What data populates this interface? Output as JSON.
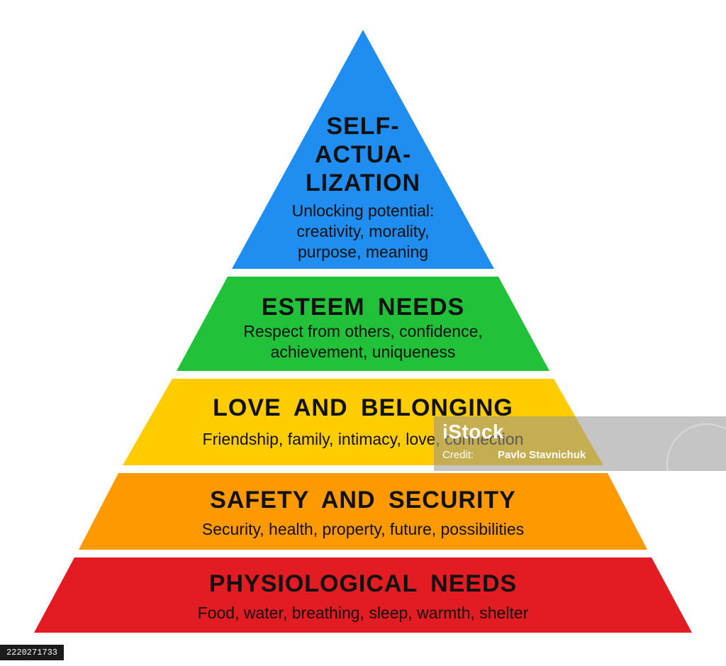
{
  "diagram": {
    "layers": [
      {
        "id": "self-actualization",
        "title": "SELF-\nACTUA-\nLIZATION",
        "description": "Unlocking potential:\ncreativity, morality,\npurpose, meaning",
        "color": "#1f8ef0"
      },
      {
        "id": "esteem-needs",
        "title": "ESTEEM NEEDS",
        "description": "Respect from others, confidence,\nachievement, uniqueness",
        "color": "#22c13a"
      },
      {
        "id": "love-and-belonging",
        "title": "LOVE AND BELONGING",
        "description": "Friendship, family, intimacy, love, connection",
        "color": "#ffcc00"
      },
      {
        "id": "safety-and-security",
        "title": "SAFETY AND SECURITY",
        "description": "Security, health, property, future, possibilities",
        "color": "#ff9900"
      },
      {
        "id": "physiological-needs",
        "title": "PHYSIOLOGICAL NEEDS",
        "description": "Food, water, breathing, sleep, warmth, shelter",
        "color": "#e31b23"
      }
    ]
  },
  "watermark": {
    "brand": "iStock",
    "credit_label": "Credit:",
    "credit_name": "Pavlo Stavnichuk"
  },
  "stock_id": "2220271733"
}
